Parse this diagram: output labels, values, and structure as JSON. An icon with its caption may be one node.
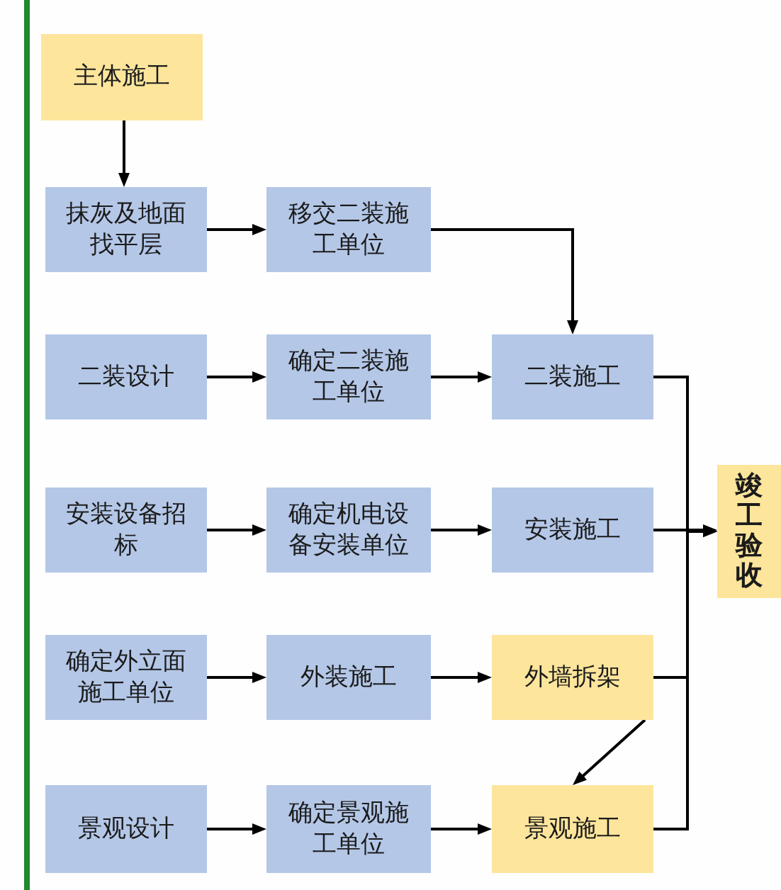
{
  "diagram": {
    "nodes": [
      {
        "text": [
          "主体施工"
        ]
      },
      {
        "text": [
          "抹灰及地面找平层"
        ]
      },
      {
        "text": [
          "移交二装施工单位"
        ]
      },
      {
        "text": [
          "二装设计"
        ]
      },
      {
        "text": [
          "确定二装施工单位"
        ]
      },
      {
        "text": [
          "二装施工"
        ]
      },
      {
        "text": [
          "安装设备招标"
        ]
      },
      {
        "text": [
          "确定机电设备安装单位"
        ]
      },
      {
        "text": [
          "安装施工"
        ]
      },
      {
        "text": [
          "竣工验收"
        ]
      },
      {
        "text": [
          "确定外立面施工单位"
        ]
      },
      {
        "text": [
          "外装施工"
        ]
      },
      {
        "text": [
          "外墙拆架"
        ]
      },
      {
        "text": [
          "景观设计"
        ]
      },
      {
        "text": [
          "确定景观施工单位"
        ]
      },
      {
        "text": [
          "景观施工"
        ]
      }
    ],
    "edges": [
      {
        "from": 0,
        "to": 1,
        "arrow": "to"
      },
      {
        "from": 1,
        "to": 2,
        "arrow": "to"
      },
      {
        "from": 2,
        "to": 5,
        "arrow": "to"
      },
      {
        "from": 3,
        "to": 4,
        "arrow": "to"
      },
      {
        "from": 4,
        "to": 5,
        "arrow": "to"
      },
      {
        "from": 5,
        "to": 9,
        "arrow": "to"
      },
      {
        "from": 6,
        "to": 7,
        "arrow": "to"
      },
      {
        "from": 7,
        "to": 8,
        "arrow": "to"
      },
      {
        "from": 8,
        "to": 9,
        "arrow": "to"
      },
      {
        "from": 10,
        "to": 11,
        "arrow": "to"
      },
      {
        "from": 11,
        "to": 12,
        "arrow": "to"
      },
      {
        "from": 12,
        "to": 9,
        "arrow": "to"
      },
      {
        "from": 12,
        "to": 15,
        "arrow": "to"
      },
      {
        "from": 13,
        "to": 14,
        "arrow": "to"
      },
      {
        "from": 14,
        "to": 15,
        "arrow": "to"
      },
      {
        "from": 15,
        "to": 9,
        "arrow": "to"
      }
    ]
  }
}
